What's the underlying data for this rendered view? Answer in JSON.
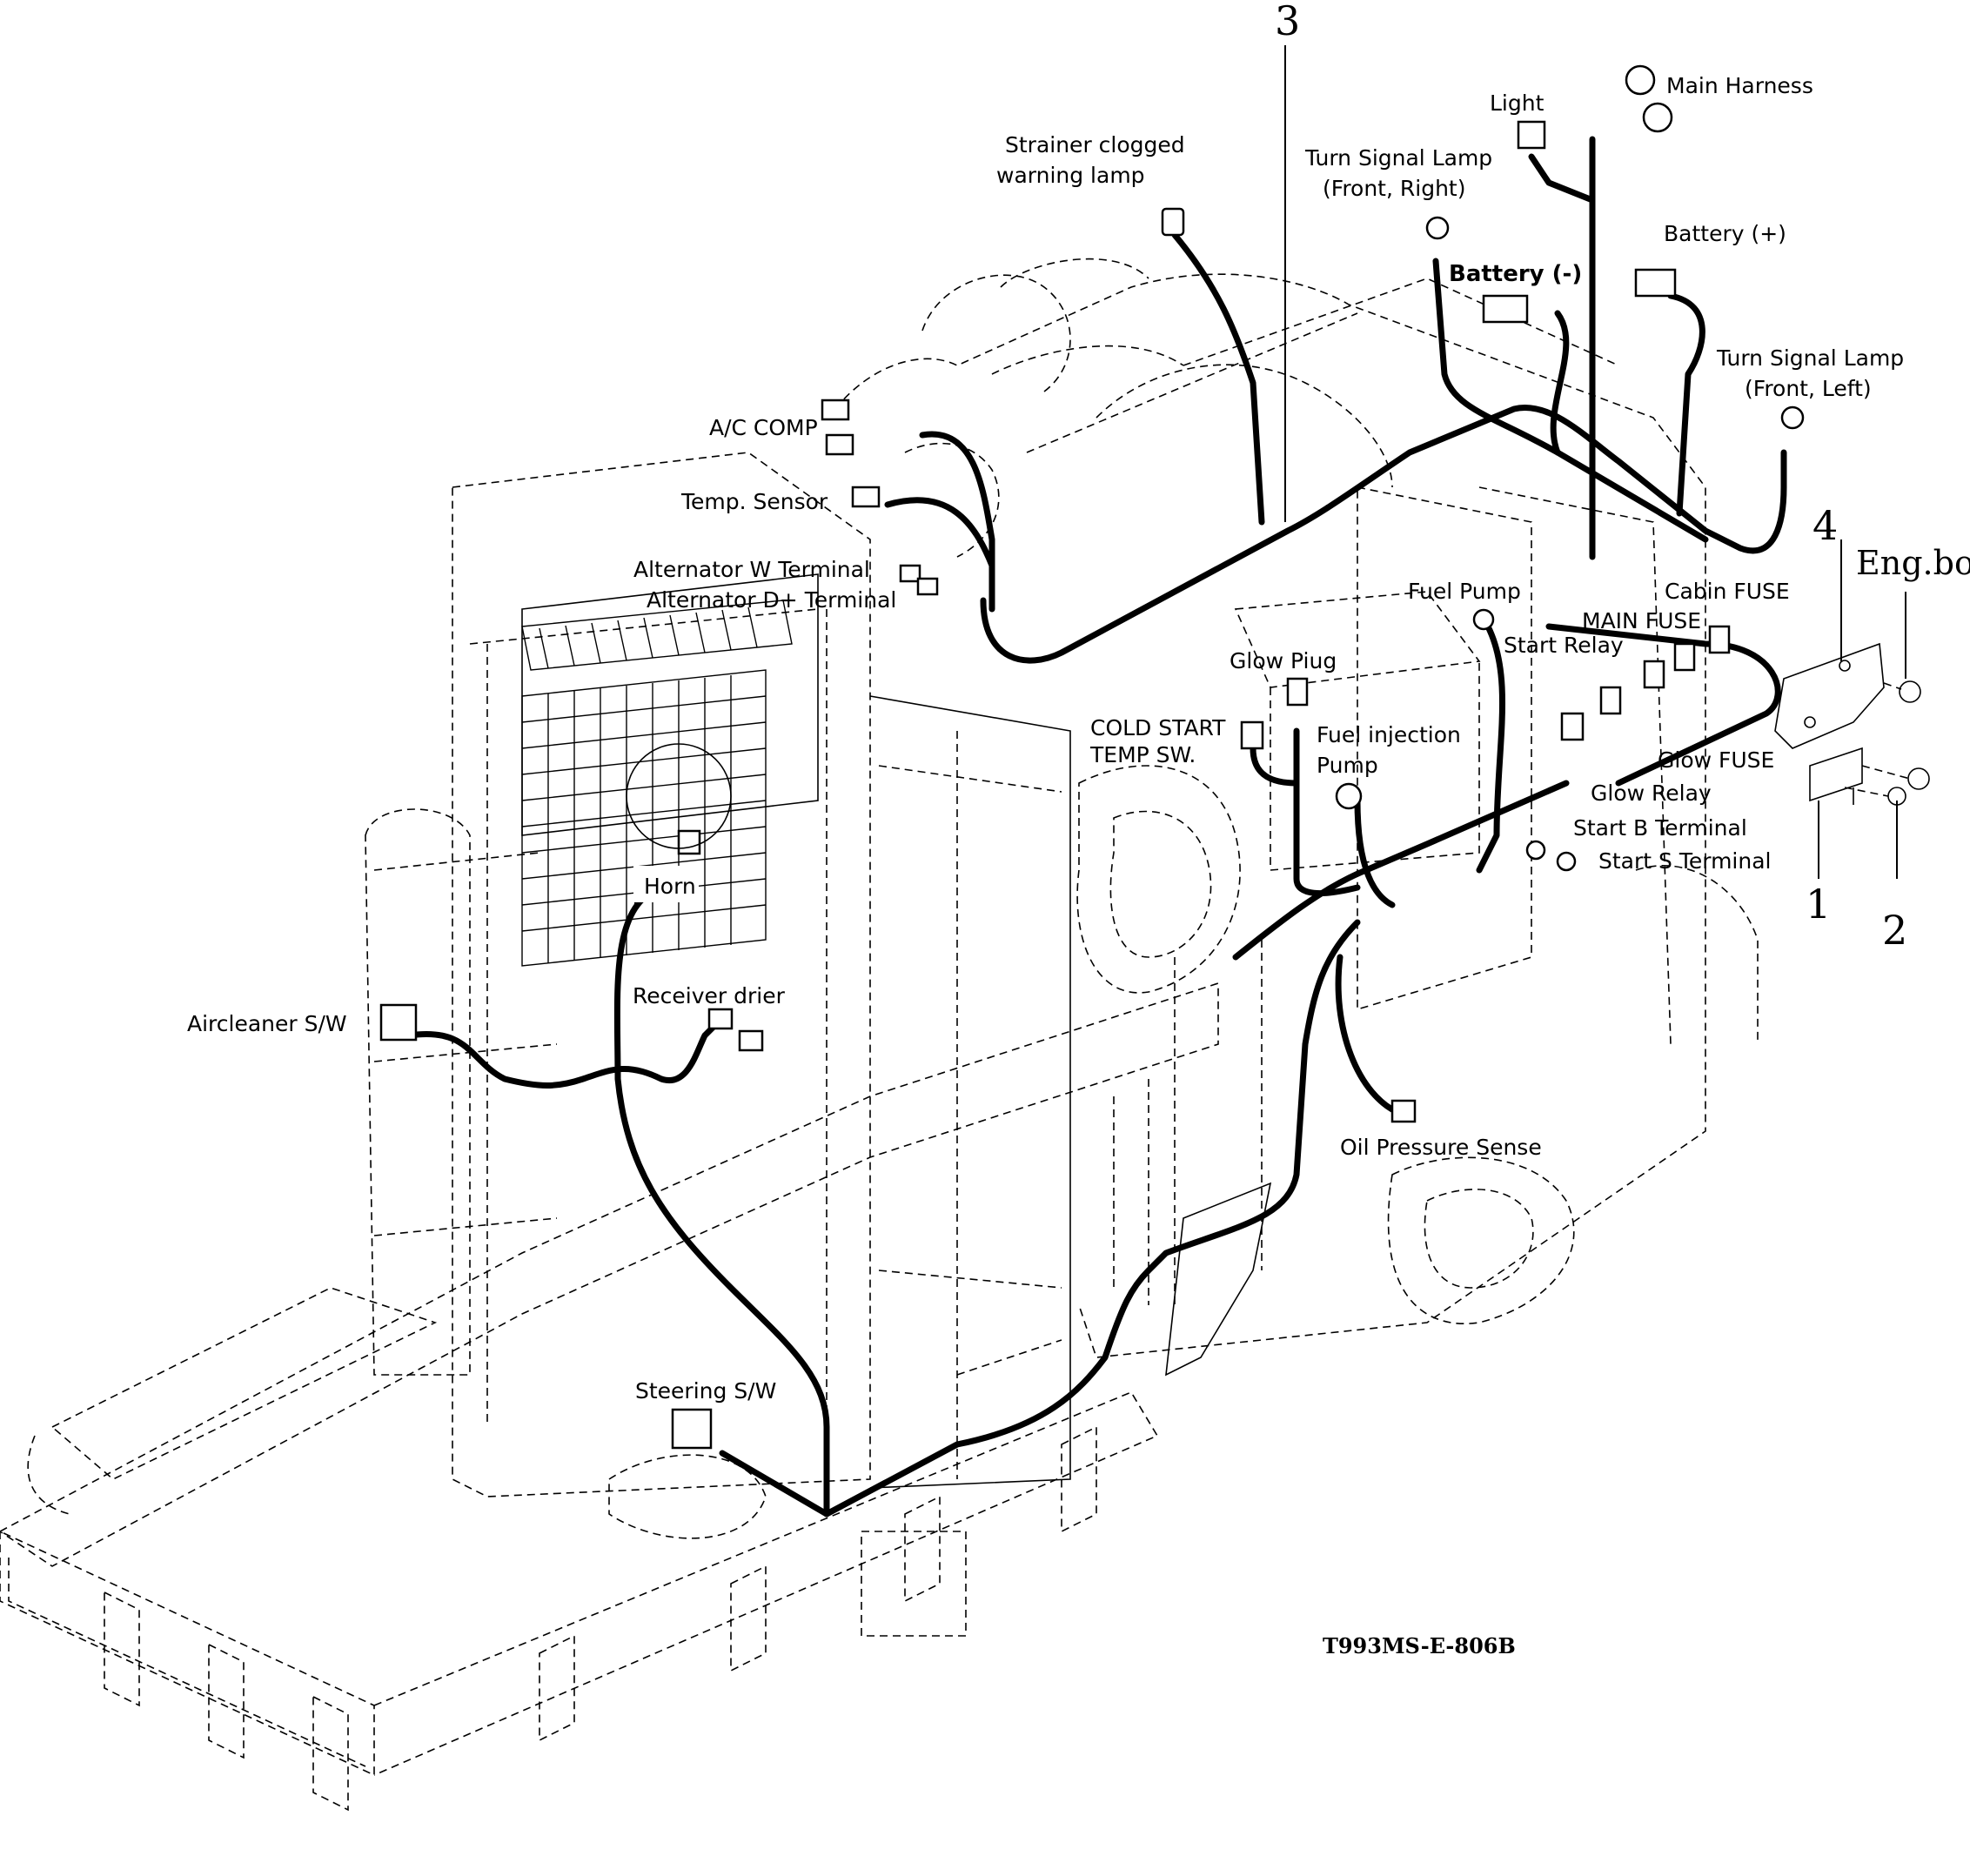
{
  "labels": {
    "strainer_lamp_1": "Strainer clogged",
    "strainer_lamp_2": "warning lamp",
    "light": "Light",
    "main_harness": "Main Harness",
    "turn_signal_right_1": "Turn Signal Lamp",
    "turn_signal_right_2": "(Front, Right)",
    "battery_neg": "Battery (-)",
    "battery_pos": "Battery (+)",
    "turn_signal_left_1": "Turn Signal Lamp",
    "turn_signal_left_2": "(Front, Left)",
    "ac_comp": "A/C COMP",
    "temp_sensor": "Temp. Sensor",
    "alt_w": "Alternator W Terminal",
    "alt_d": "Alternator D+ Terminal",
    "fuel_pump": "Fuel Pump",
    "cabin_fuse": "Cabin FUSE",
    "main_fuse": "MAIN FUSE",
    "start_relay": "Start Relay",
    "glow_plug": "Glow Piug",
    "cold_start_1": "COLD START",
    "cold_start_2": "TEMP SW.",
    "fuel_injection_1": "Fuel injection",
    "fuel_injection_2": "Pump",
    "glow_fuse": "Glow FUSE",
    "glow_relay": "Glow Relay",
    "start_b": "Start B Terminal",
    "start_s": "Start S Terminal",
    "horn": "Horn",
    "receiver_drier": "Receiver  drier",
    "aircleaner": "Aircleaner S/W",
    "oil_pressure": "Oil Pressure Sense",
    "steering": "Steering S/W",
    "eng_bolt": "Eng.bolt"
  },
  "callouts": {
    "n1": "1",
    "n2": "2",
    "n3": "3",
    "n4": "4"
  },
  "drawing_code": "T993MS-E-806B"
}
